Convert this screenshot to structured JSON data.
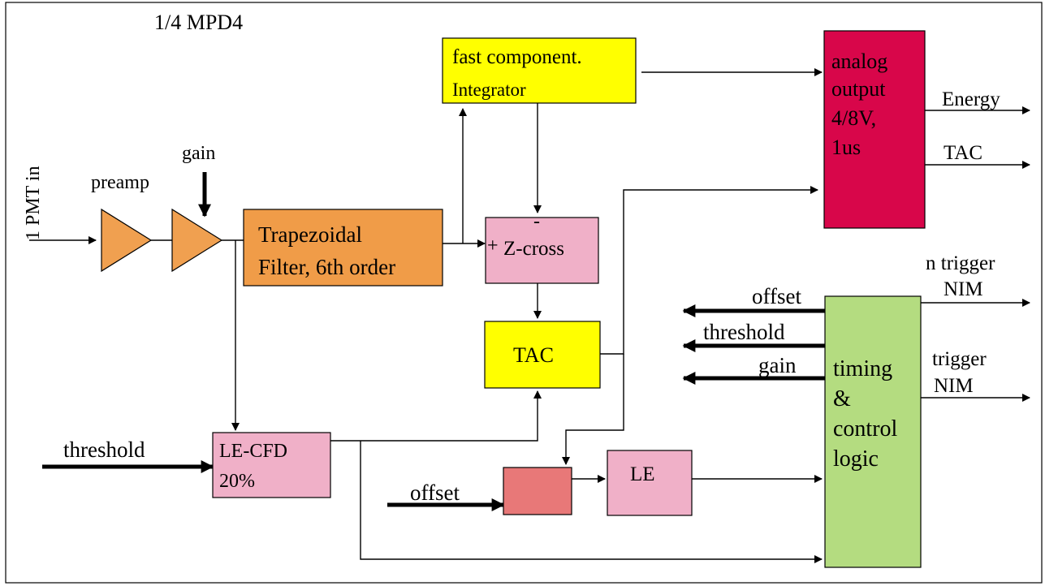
{
  "title": "1/4 MPD4",
  "labels": {
    "pmt_in": "1 PMT in",
    "preamp": "preamp",
    "gain_top": "gain",
    "threshold_left": "threshold",
    "offset_bottom": "offset",
    "plus": "+",
    "minus": "-"
  },
  "blocks": {
    "trapezoidal": [
      "Trapezoidal",
      "Filter, 6th order"
    ],
    "fast_component": [
      "fast component.",
      "Integrator"
    ],
    "zcross": "Z-cross",
    "tac": "TAC",
    "lecfd": [
      "LE-CFD",
      "20%"
    ],
    "le": "LE",
    "analog_output": [
      "analog",
      "output",
      "4/8V,",
      "1us"
    ],
    "timing": [
      "timing",
      "&",
      "control",
      "logic"
    ]
  },
  "outputs": {
    "energy": "Energy",
    "tac_out": "TAC",
    "n_trigger": [
      "n trigger",
      "NIM"
    ],
    "trigger": [
      "trigger",
      "NIM"
    ]
  },
  "control_inputs": {
    "offset": "offset",
    "threshold": "threshold",
    "gain": "gain"
  },
  "colors": {
    "amp": "#f0a050",
    "trapezoidal": "#f09c48",
    "yellow": "#ffff00",
    "pink": "#f0b0c8",
    "red_block": "#e87878",
    "analog": "#d8064a",
    "timing": "#b4dc80"
  }
}
